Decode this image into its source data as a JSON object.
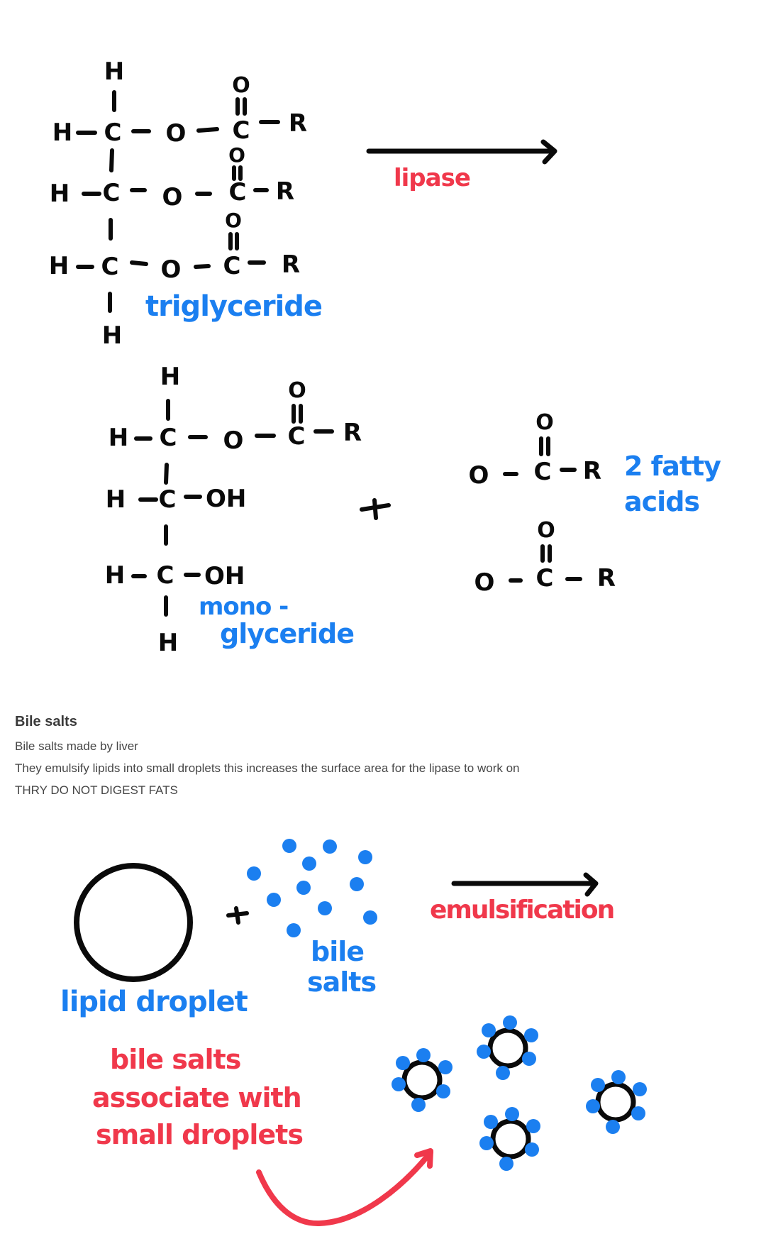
{
  "triglyceride": {
    "label": "triglyceride",
    "atoms": {
      "H": "H",
      "C": "C",
      "O": "O",
      "R": "R",
      "dash": "−"
    }
  },
  "reaction": {
    "enzyme_label": "lipase"
  },
  "monoglyceride": {
    "label_line1": "mono -",
    "label_line2": "glyceride",
    "oh": "OH"
  },
  "plus_sign": "+",
  "fatty_acids": {
    "label_line1": "2 fatty",
    "label_line2": "acids"
  },
  "note": {
    "heading": "Bile salts",
    "lines": [
      "Bile salts made by liver",
      "They emulsify lipids into small droplets this increases the surface area for the lipase to work on",
      "THRY DO NOT DIGEST FATS"
    ]
  },
  "emulsification": {
    "lipid_droplet_label": "lipid droplet",
    "bile_salts_label_line1": "bile",
    "bile_salts_label_line2": "salts",
    "process_label": "emulsification",
    "caption_line1": "bile  salts",
    "caption_line2": "associate  with",
    "caption_line3": "small  droplets"
  },
  "colors": {
    "ink": "#0a0a0a",
    "blue": "#1b7ff0",
    "red": "#f0384b",
    "text": "#474747"
  }
}
